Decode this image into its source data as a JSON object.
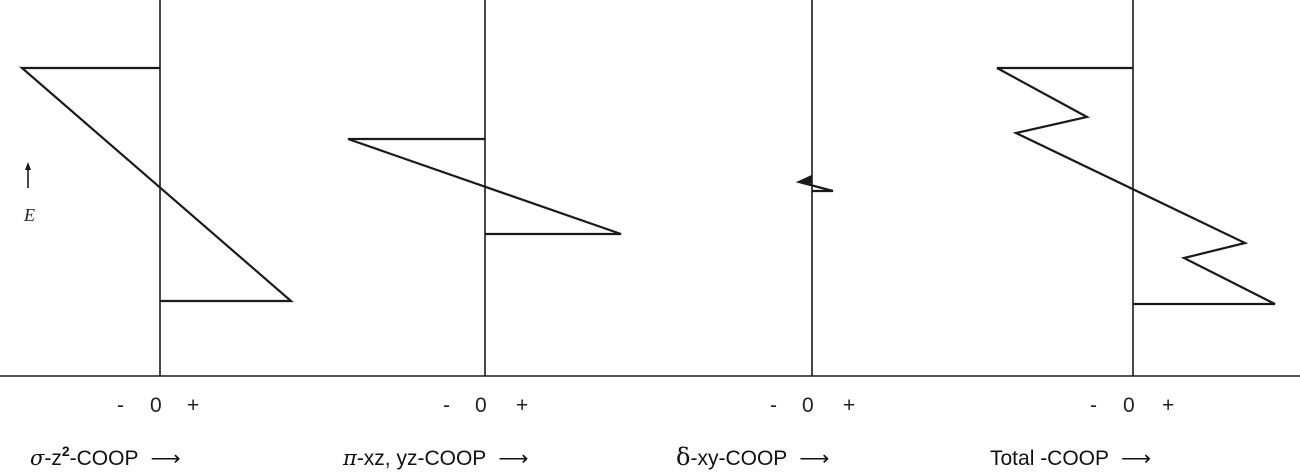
{
  "energy_axis": {
    "label": "E"
  },
  "panels": [
    {
      "ticks": {
        "minus": "-",
        "zero": "0",
        "plus": "+"
      },
      "caption": {
        "symbol": "σ",
        "rest": "-z",
        "sup": "2",
        "tail": "-COOP",
        "arrow": "⟶"
      }
    },
    {
      "ticks": {
        "minus": "-",
        "zero": "0",
        "plus": "+"
      },
      "caption": {
        "symbol": "π",
        "rest": "-xz, yz-COOP",
        "arrow": "⟶"
      }
    },
    {
      "ticks": {
        "minus": "-",
        "zero": "0",
        "plus": "+"
      },
      "caption": {
        "symbol": "δ",
        "rest": "-xy-COOP",
        "arrow": "⟶"
      }
    },
    {
      "ticks": {
        "minus": "-",
        "zero": "0",
        "plus": "+"
      },
      "caption": {
        "symbol": "",
        "rest": "Total -COOP",
        "arrow": "⟶"
      }
    }
  ]
}
